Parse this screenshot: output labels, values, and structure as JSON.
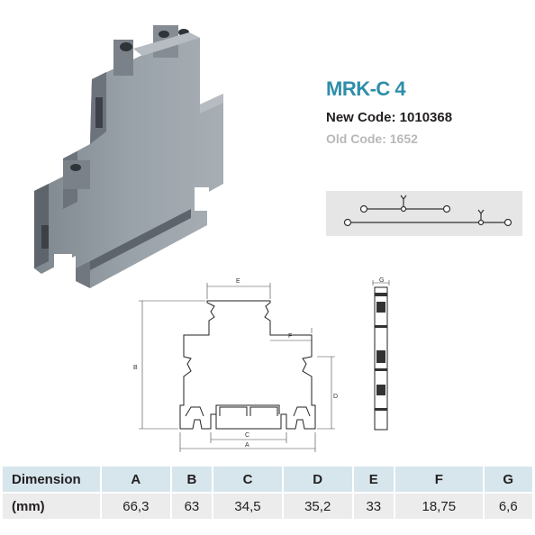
{
  "product": {
    "title": "MRK-C 4",
    "new_code": "New Code: 1010368",
    "old_code": "Old Code: 1652"
  },
  "drawing_labels": [
    "A",
    "B",
    "C",
    "D",
    "E",
    "F",
    "G"
  ],
  "table": {
    "row_label_1": "Dimension",
    "row_label_2": "(mm)",
    "headers": [
      "A",
      "B",
      "C",
      "D",
      "E",
      "F",
      "G"
    ],
    "values": [
      "66,3",
      "63",
      "34,5",
      "35,2",
      "33",
      "18,75",
      "6,6"
    ]
  },
  "colors": {
    "title": "#2e8ea9",
    "header_row": "#d6e6ec",
    "value_row": "#ececec",
    "terminal_body": "#8f979e"
  }
}
